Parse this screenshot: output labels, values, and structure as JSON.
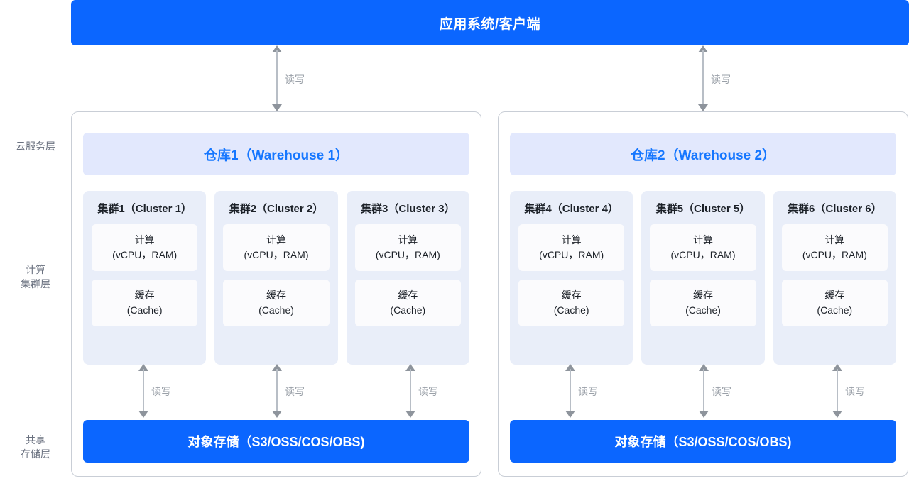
{
  "client": {
    "label": "应用系统/客户端"
  },
  "layers": [
    {
      "id": "cloud",
      "line1": "云服务层",
      "line2": ""
    },
    {
      "id": "compute",
      "line1": "计算",
      "line2": "集群层"
    },
    {
      "id": "storage",
      "line1": "共享",
      "line2": "存储层"
    }
  ],
  "arrows": {
    "read_write": "读写"
  },
  "warehouses": [
    {
      "title": "仓库1（Warehouse 1）",
      "storage": "对象存储（S3/OSS/COS/OBS)",
      "clusters": [
        {
          "title": "集群1（Cluster 1）",
          "compute_line1": "计算",
          "compute_line2": "(vCPU，RAM)",
          "cache_line1": "缓存",
          "cache_line2": "(Cache)"
        },
        {
          "title": "集群2（Cluster 2）",
          "compute_line1": "计算",
          "compute_line2": "(vCPU，RAM)",
          "cache_line1": "缓存",
          "cache_line2": "(Cache)"
        },
        {
          "title": "集群3（Cluster 3）",
          "compute_line1": "计算",
          "compute_line2": "(vCPU，RAM)",
          "cache_line1": "缓存",
          "cache_line2": "(Cache)"
        }
      ]
    },
    {
      "title": "仓库2（Warehouse 2）",
      "storage": "对象存储（S3/OSS/COS/OBS)",
      "clusters": [
        {
          "title": "集群4（Cluster 4）",
          "compute_line1": "计算",
          "compute_line2": "(vCPU，RAM)",
          "cache_line1": "缓存",
          "cache_line2": "(Cache)"
        },
        {
          "title": "集群5（Cluster 5）",
          "compute_line1": "计算",
          "compute_line2": "(vCPU，RAM)",
          "cache_line1": "缓存",
          "cache_line2": "(Cache)"
        },
        {
          "title": "集群6（Cluster 6）",
          "compute_line1": "计算",
          "compute_line2": "(vCPU，RAM)",
          "cache_line1": "缓存",
          "cache_line2": "(Cache)"
        }
      ]
    }
  ],
  "colors": {
    "brand_blue": "#0b66ff",
    "title_blue": "#1677ff",
    "warehouse_panel": "#e2e8fd",
    "cluster_bg": "#e9eef9",
    "card_bg": "#fbfbfd",
    "arrow_gray": "#8e949c",
    "label_gray": "#6b7280"
  }
}
